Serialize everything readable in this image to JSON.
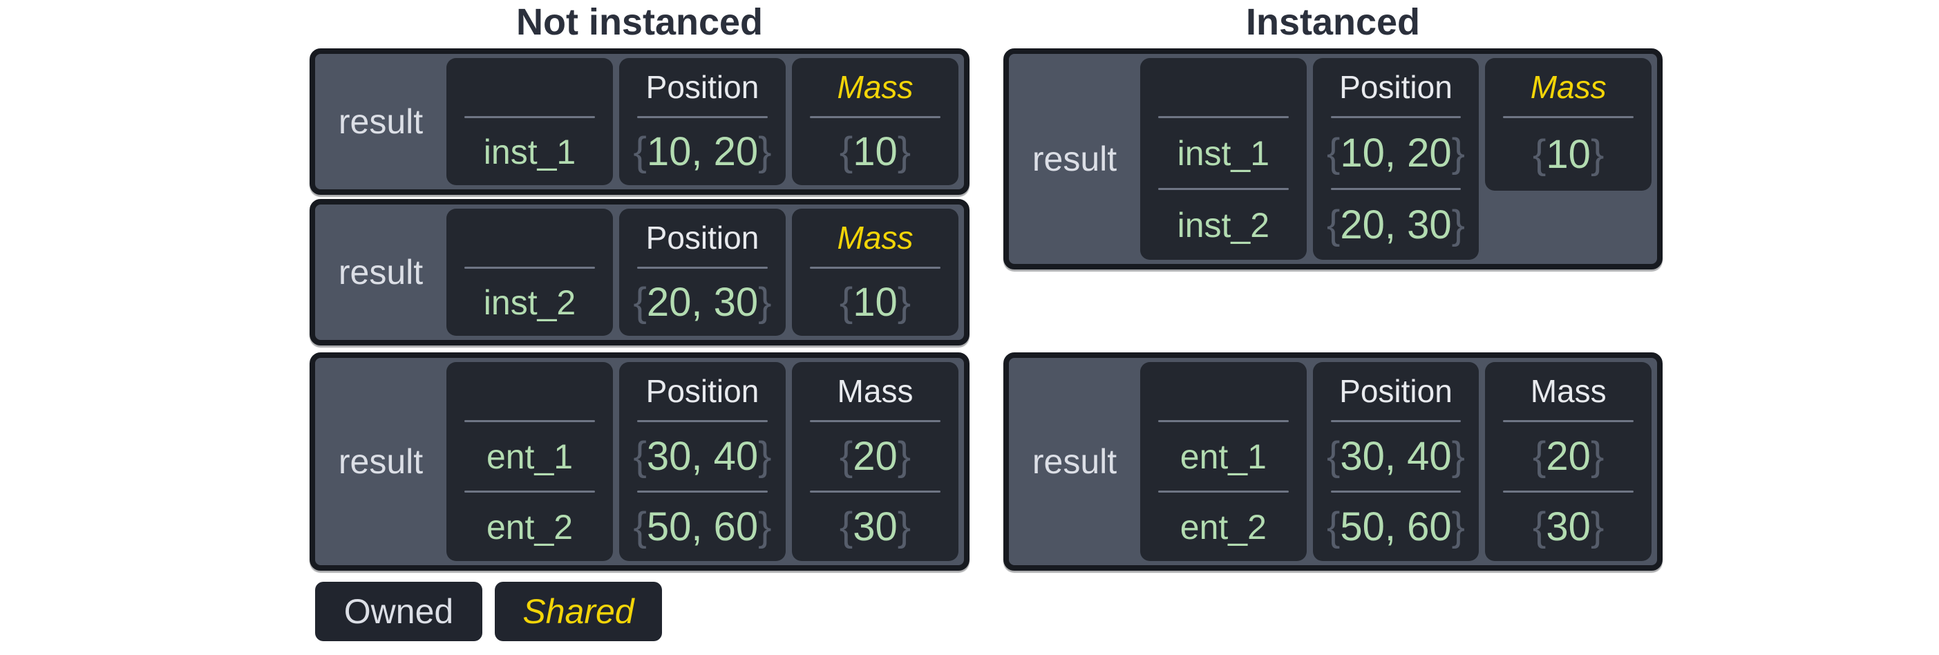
{
  "titles": {
    "left": "Not instanced",
    "right": "Instanced"
  },
  "legend": {
    "owned": "Owned",
    "shared": "Shared"
  },
  "colors": {
    "page_bg": "#ffffff",
    "title_text": "#2b303c",
    "box_bg": "#4e5563",
    "box_border": "#171a20",
    "cell_bg": "#23272f",
    "label_text": "#dcdfe6",
    "header_text": "#e8eaee",
    "shared_text": "#f3d508",
    "value_text": "#b3dcb1",
    "brace_text": "#565d6b",
    "divider": "#6e7584",
    "legend_bg": "#21252e"
  },
  "boxes": [
    {
      "group": "not-instanced",
      "label": "result",
      "columns": [
        {
          "header": "",
          "shared": false,
          "rows": [
            {
              "open": "",
              "value": "inst_1",
              "close": ""
            }
          ]
        },
        {
          "header": "Position",
          "shared": false,
          "rows": [
            {
              "open": "{",
              "value": "10, 20",
              "close": "}"
            }
          ]
        },
        {
          "header": "Mass",
          "shared": true,
          "rows": [
            {
              "open": "{",
              "value": "10",
              "close": "}"
            }
          ]
        }
      ]
    },
    {
      "group": "not-instanced",
      "label": "result",
      "columns": [
        {
          "header": "",
          "shared": false,
          "rows": [
            {
              "open": "",
              "value": "inst_2",
              "close": ""
            }
          ]
        },
        {
          "header": "Position",
          "shared": false,
          "rows": [
            {
              "open": "{",
              "value": "20, 30",
              "close": "}"
            }
          ]
        },
        {
          "header": "Mass",
          "shared": true,
          "rows": [
            {
              "open": "{",
              "value": "10",
              "close": "}"
            }
          ]
        }
      ]
    },
    {
      "group": "not-instanced",
      "label": "result",
      "columns": [
        {
          "header": "",
          "shared": false,
          "rows": [
            {
              "open": "",
              "value": "ent_1",
              "close": ""
            },
            {
              "open": "",
              "value": "ent_2",
              "close": ""
            }
          ]
        },
        {
          "header": "Position",
          "shared": false,
          "rows": [
            {
              "open": "{",
              "value": "30, 40",
              "close": "}"
            },
            {
              "open": "{",
              "value": "50, 60",
              "close": "}"
            }
          ]
        },
        {
          "header": "Mass",
          "shared": false,
          "rows": [
            {
              "open": "{",
              "value": "20",
              "close": "}"
            },
            {
              "open": "{",
              "value": "30",
              "close": "}"
            }
          ]
        }
      ]
    },
    {
      "group": "instanced",
      "label": "result",
      "columns": [
        {
          "header": "",
          "shared": false,
          "rows": [
            {
              "open": "",
              "value": "inst_1",
              "close": ""
            },
            {
              "open": "",
              "value": "inst_2",
              "close": ""
            }
          ]
        },
        {
          "header": "Position",
          "shared": false,
          "rows": [
            {
              "open": "{",
              "value": "10, 20",
              "close": "}"
            },
            {
              "open": "{",
              "value": "20, 30",
              "close": "}"
            }
          ]
        },
        {
          "header": "Mass",
          "shared": true,
          "rows": [
            {
              "open": "{",
              "value": "10",
              "close": "}"
            }
          ]
        }
      ]
    },
    {
      "group": "instanced",
      "label": "result",
      "columns": [
        {
          "header": "",
          "shared": false,
          "rows": [
            {
              "open": "",
              "value": "ent_1",
              "close": ""
            },
            {
              "open": "",
              "value": "ent_2",
              "close": ""
            }
          ]
        },
        {
          "header": "Position",
          "shared": false,
          "rows": [
            {
              "open": "{",
              "value": "30, 40",
              "close": "}"
            },
            {
              "open": "{",
              "value": "50, 60",
              "close": "}"
            }
          ]
        },
        {
          "header": "Mass",
          "shared": false,
          "rows": [
            {
              "open": "{",
              "value": "20",
              "close": "}"
            },
            {
              "open": "{",
              "value": "30",
              "close": "}"
            }
          ]
        }
      ]
    }
  ]
}
